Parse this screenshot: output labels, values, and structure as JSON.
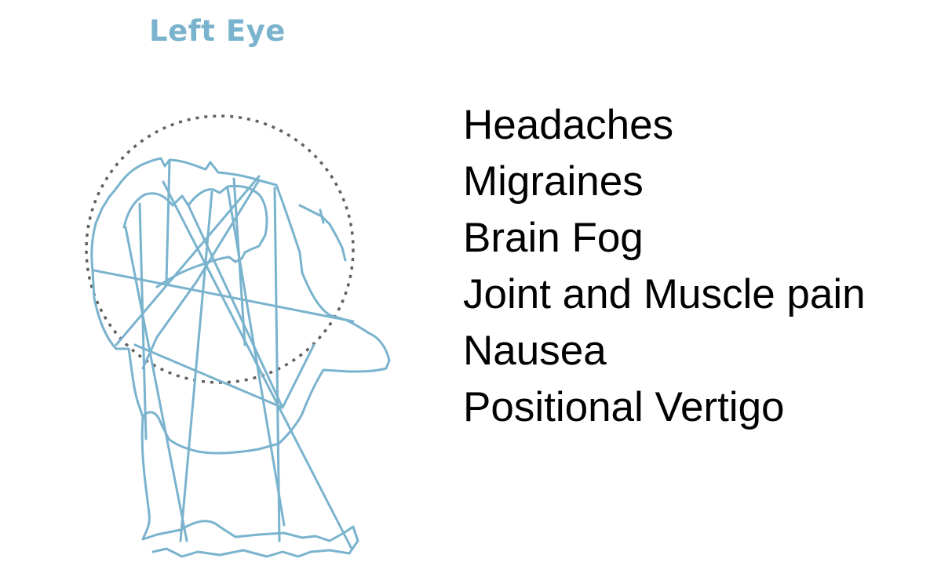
{
  "figure": {
    "title": "Left Eye",
    "trace_color": "#7ab3cd",
    "reference_circle_color": "#606060"
  },
  "symptoms": {
    "items": [
      "Headaches",
      "Migraines",
      "Brain Fog",
      "Joint and Muscle pain",
      "Nausea",
      "Positional Vertigo"
    ]
  }
}
